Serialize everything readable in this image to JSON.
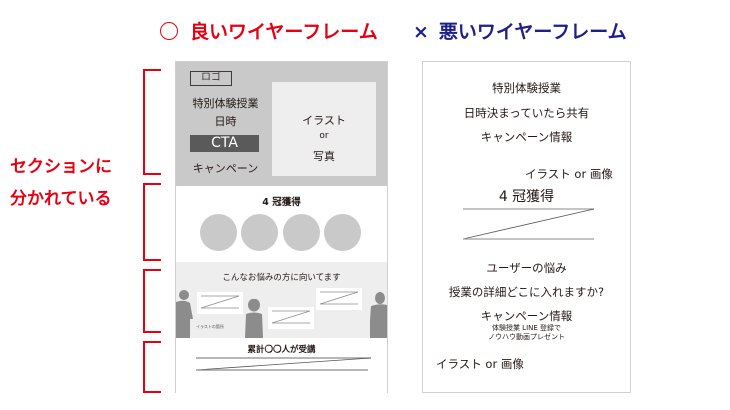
{
  "header": {
    "good_mark": "○",
    "good_title": "良いワイヤーフレーム",
    "bad_mark": "×",
    "bad_title": "悪いワイヤーフレーム"
  },
  "annotation": {
    "line1": "セクションに",
    "line2": "分かれている"
  },
  "colors": {
    "good_red": "#e60012",
    "bad_navy": "#1d2088",
    "wire_gray": "#c9c9c9",
    "cta_dark": "#5a5a5a"
  },
  "good_wireframe": {
    "hero": {
      "logo": "ロゴ",
      "title": "特別体験授業",
      "date": "日時",
      "cta": "CTA",
      "campaign": "キャンペーン",
      "image_line1": "イラスト",
      "image_line2": "or",
      "image_line3": "写真"
    },
    "awards": {
      "title": "4 冠獲得",
      "circle_count": 4
    },
    "pain_points": {
      "title": "こんなお悩みの方に向いてます",
      "caption": "イラストの箇所"
    },
    "results": {
      "title": "累計〇〇人が受講"
    }
  },
  "bad_wireframe": {
    "lines": [
      "特別体験授業",
      "日時決まっていたら共有",
      "キャンペーン情報",
      "イラスト or 画像",
      "4 冠獲得",
      "ユーザーの悩み",
      "授業の詳細どこに入れますか?",
      "キャンペーン情報",
      "体験授業 LINE 登録で",
      "ノウハウ動画プレゼント",
      "イラスト or 画像"
    ]
  }
}
